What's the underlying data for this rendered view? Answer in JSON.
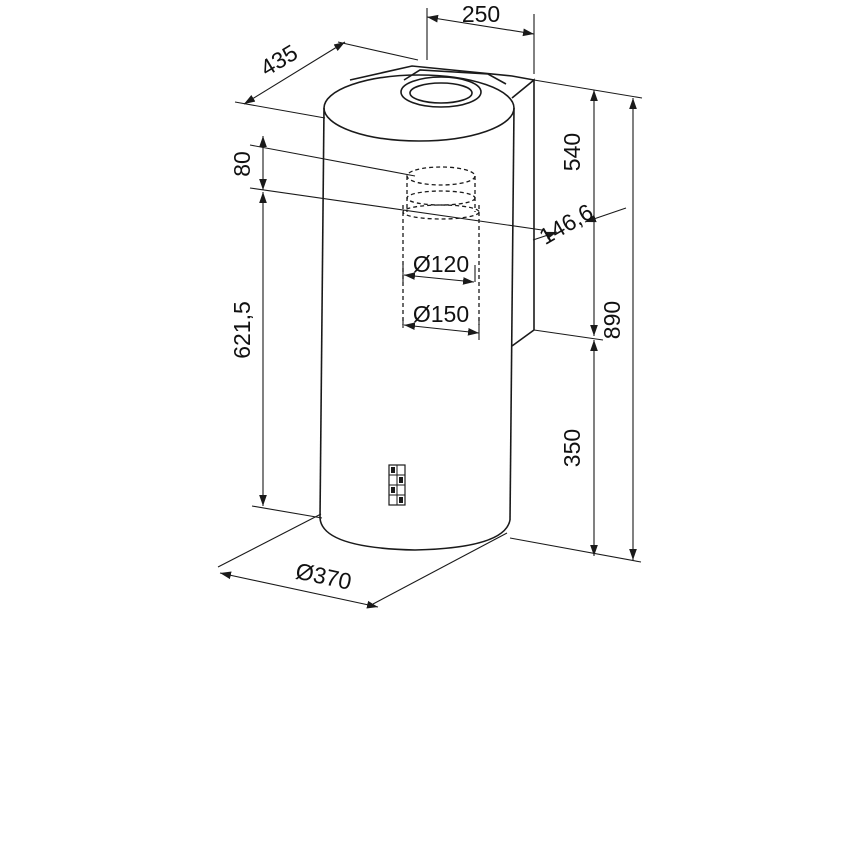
{
  "diagram": {
    "dimensions": {
      "width_top": "250",
      "depth_top": "435",
      "height_upper": "540",
      "offset_duct": "146,6",
      "height_total": "890",
      "duct_top": "80",
      "duct_height": "621,5",
      "diameter_inner": "Ø120",
      "diameter_outer": "Ø150",
      "height_lower": "350",
      "diameter_body": "Ø370"
    },
    "colors": {
      "line": "#1a1a1a",
      "background": "#ffffff"
    }
  }
}
